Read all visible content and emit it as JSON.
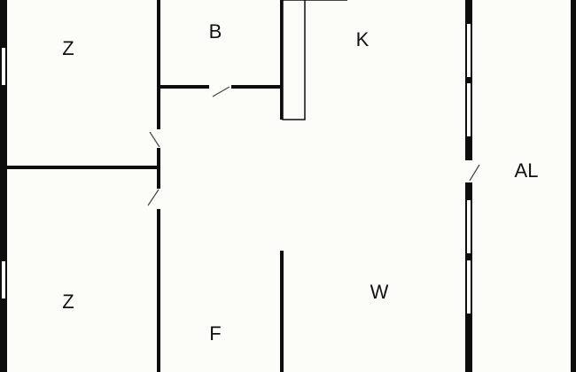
{
  "colors": {
    "background": "#fcfcf8",
    "wall": "#0d0d0d",
    "window": "#fcfcf8",
    "door_swing": "#444444"
  },
  "rooms": [
    {
      "id": "z-top",
      "label": "Z"
    },
    {
      "id": "b",
      "label": "B"
    },
    {
      "id": "k",
      "label": "K"
    },
    {
      "id": "al",
      "label": "AL"
    },
    {
      "id": "z-bottom",
      "label": "Z"
    },
    {
      "id": "w",
      "label": "W"
    },
    {
      "id": "f",
      "label": "F"
    }
  ]
}
